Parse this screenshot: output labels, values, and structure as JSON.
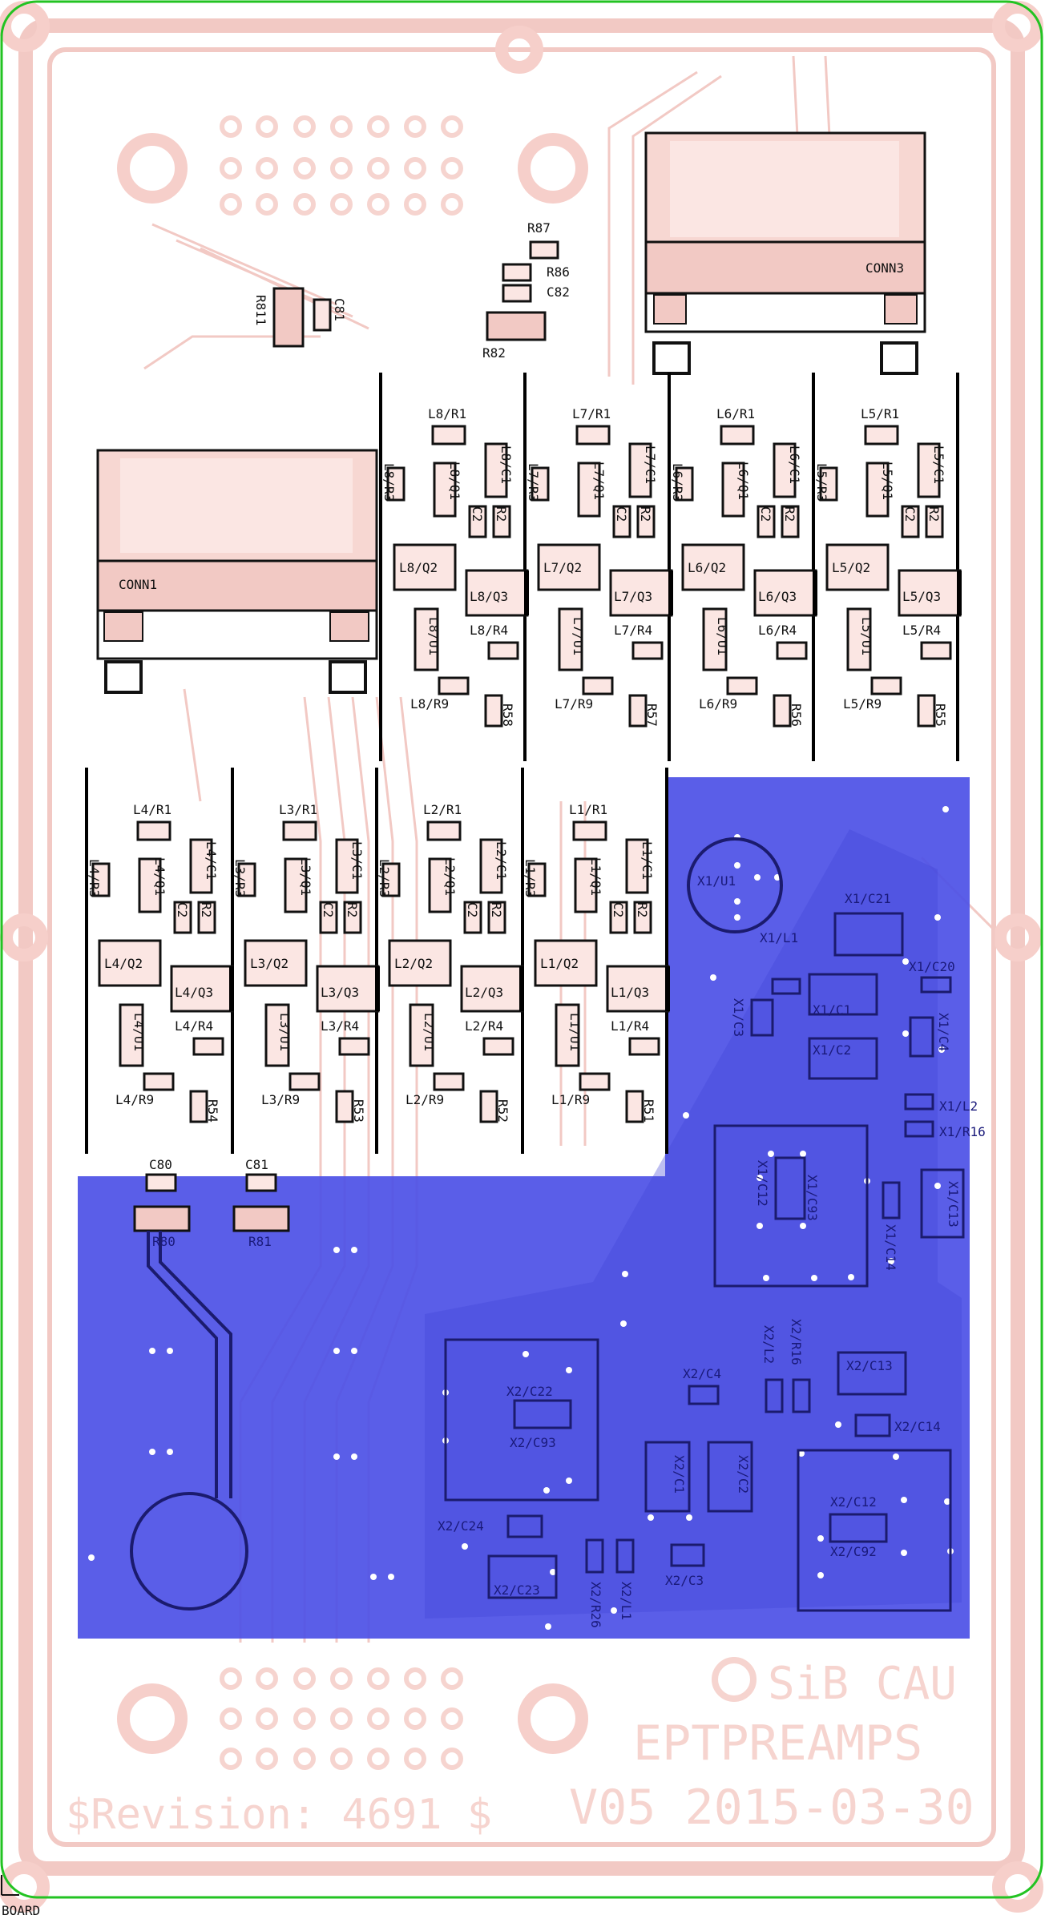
{
  "board": {
    "layer_label": "BOARD",
    "org": "SiB CAU",
    "project": "EPTPREAMPS",
    "version": "V05 2015-03-30",
    "revision": "$Revision: 4691 $"
  },
  "colors": {
    "board_outline": "#22c322",
    "top_copper_silk": "#f2c9c4",
    "bottom_copper": "#4d52e6",
    "component_outline": "#000000",
    "bottom_silk": "#1b1b6e"
  },
  "top_labels": {
    "r87": "R87",
    "r86": "R86",
    "c82": "C82",
    "r82": "R82",
    "r811": "R811",
    "c81t": "C81",
    "conn3": "CONN3",
    "conn1": "CONN1"
  },
  "channels_top": [
    {
      "r1": "L8/R1",
      "r3": "L8/R3",
      "q1": "L8/Q1",
      "c1": "L8/C1",
      "c2": "C2",
      "r2": "R2",
      "q2": "L8/Q2",
      "q3": "L8/Q3",
      "u1": "L8/U1",
      "r4": "L8/R4",
      "r9": "L8/R9",
      "rs": "R58"
    },
    {
      "r1": "L7/R1",
      "r3": "L7/R3",
      "q1": "L7/Q1",
      "c1": "L7/C1",
      "c2": "C2",
      "r2": "R2",
      "q2": "L7/Q2",
      "q3": "L7/Q3",
      "u1": "L7/U1",
      "r4": "L7/R4",
      "r9": "L7/R9",
      "rs": "R57"
    },
    {
      "r1": "L6/R1",
      "r3": "L6/R3",
      "q1": "L6/Q1",
      "c1": "L6/C1",
      "c2": "C2",
      "r2": "R2",
      "q2": "L6/Q2",
      "q3": "L6/Q3",
      "u1": "L6/U1",
      "r4": "L6/R4",
      "r9": "L6/R9",
      "rs": "R56"
    },
    {
      "r1": "L5/R1",
      "r3": "L5/R3",
      "q1": "L5/Q1",
      "c1": "L5/C1",
      "c2": "C2",
      "r2": "R2",
      "q2": "L5/Q2",
      "q3": "L5/Q3",
      "u1": "L5/U1",
      "r4": "L5/R4",
      "r9": "L5/R9",
      "rs": "R55"
    }
  ],
  "channels_bottom": [
    {
      "r1": "L4/R1",
      "r3": "L4/R3",
      "q1": "L4/Q1",
      "c1": "L4/C1",
      "c2": "C2",
      "r2": "R2",
      "q2": "L4/Q2",
      "q3": "L4/Q3",
      "u1": "L4/U1",
      "r4": "L4/R4",
      "r9": "L4/R9",
      "rs": "R54"
    },
    {
      "r1": "L3/R1",
      "r3": "L3/R3",
      "q1": "L3/Q1",
      "c1": "L3/C1",
      "c2": "C2",
      "r2": "R2",
      "q2": "L3/Q2",
      "q3": "L3/Q3",
      "u1": "L3/U1",
      "r4": "L3/R4",
      "r9": "L3/R9",
      "rs": "R53"
    },
    {
      "r1": "L2/R1",
      "r3": "L2/R3",
      "q1": "L2/Q1",
      "c1": "L2/C1",
      "c2": "C2",
      "r2": "R2",
      "q2": "L2/Q2",
      "q3": "L2/Q3",
      "u1": "L2/U1",
      "r4": "L2/R4",
      "r9": "L2/R9",
      "rs": "R52"
    },
    {
      "r1": "L1/R1",
      "r3": "L1/R3",
      "q1": "L1/Q1",
      "c1": "L1/C1",
      "c2": "C2",
      "r2": "R2",
      "q2": "L1/Q2",
      "q3": "L1/Q3",
      "u1": "L1/U1",
      "r4": "L1/R4",
      "r9": "L1/R9",
      "rs": "R51"
    }
  ],
  "lower_labels": {
    "c80": "C80",
    "r80": "R80",
    "c81": "C81",
    "r81": "R81"
  },
  "bottom_layer_labels": {
    "x1u1": "X1/U1",
    "x1c21": "X1/C21",
    "x1l1": "X1/L1",
    "x1c20": "X1/C20",
    "x1c3": "X1/C3",
    "x1c1": "X1/C1",
    "x1c4": "X1/C4",
    "x1c2": "X1/C2",
    "x1l2": "X1/L2",
    "x1r16": "X1/R16",
    "x1c12": "X1/C12",
    "x1c93": "X1/C93",
    "x1c14": "X1/C14",
    "x1c13": "X1/C13",
    "x2l2": "X2/L2",
    "x2r16": "X2/R16",
    "x2c4": "X2/C4",
    "x2c13": "X2/C13",
    "x2c22": "X2/C22",
    "x2c93": "X2/C93",
    "x2c14": "X2/C14",
    "x2c1": "X2/C1",
    "x2c2": "X2/C2",
    "x2c12": "X2/C12",
    "x2c92": "X2/C92",
    "x2c24": "X2/C24",
    "x2c23": "X2/C23",
    "x2r26": "X2/R26",
    "x2l1": "X2/L1",
    "x2c3": "X2/C3"
  }
}
